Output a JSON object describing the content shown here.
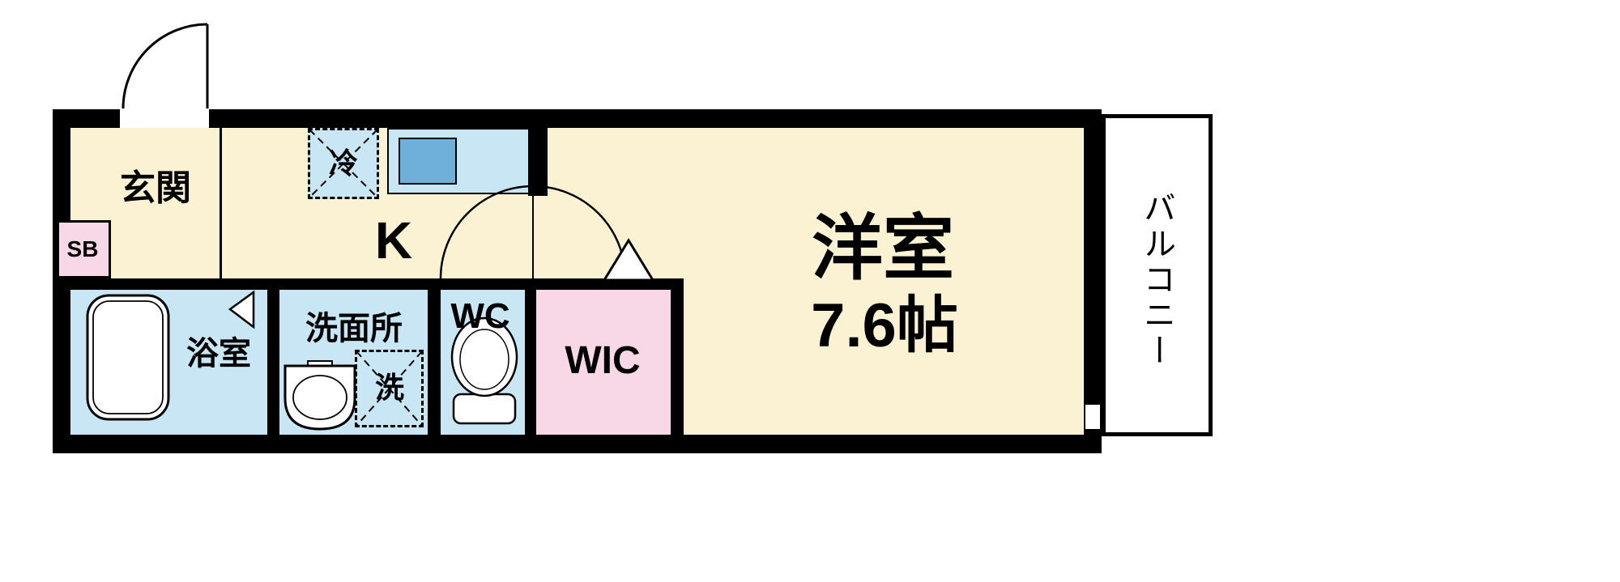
{
  "title": "apartment-floor-plan",
  "colors": {
    "wall": "#000000",
    "cream": "#fbf1d3",
    "water": "#c9e6f4",
    "sink": "#6fb0d8",
    "pink": "#f8d8e6",
    "white": "#ffffff"
  },
  "labels": {
    "genkan": "玄関",
    "shoebox": "SB",
    "kitchen": "K",
    "refrigerator": "冷",
    "bathroom": "浴室",
    "washroom": "洗面所",
    "washing_machine": "洗",
    "toilet": "WC",
    "walk_in_closet": "WIC",
    "western_room_name": "洋室",
    "western_room_size": "7.6帖",
    "balcony": "バルコニー"
  }
}
